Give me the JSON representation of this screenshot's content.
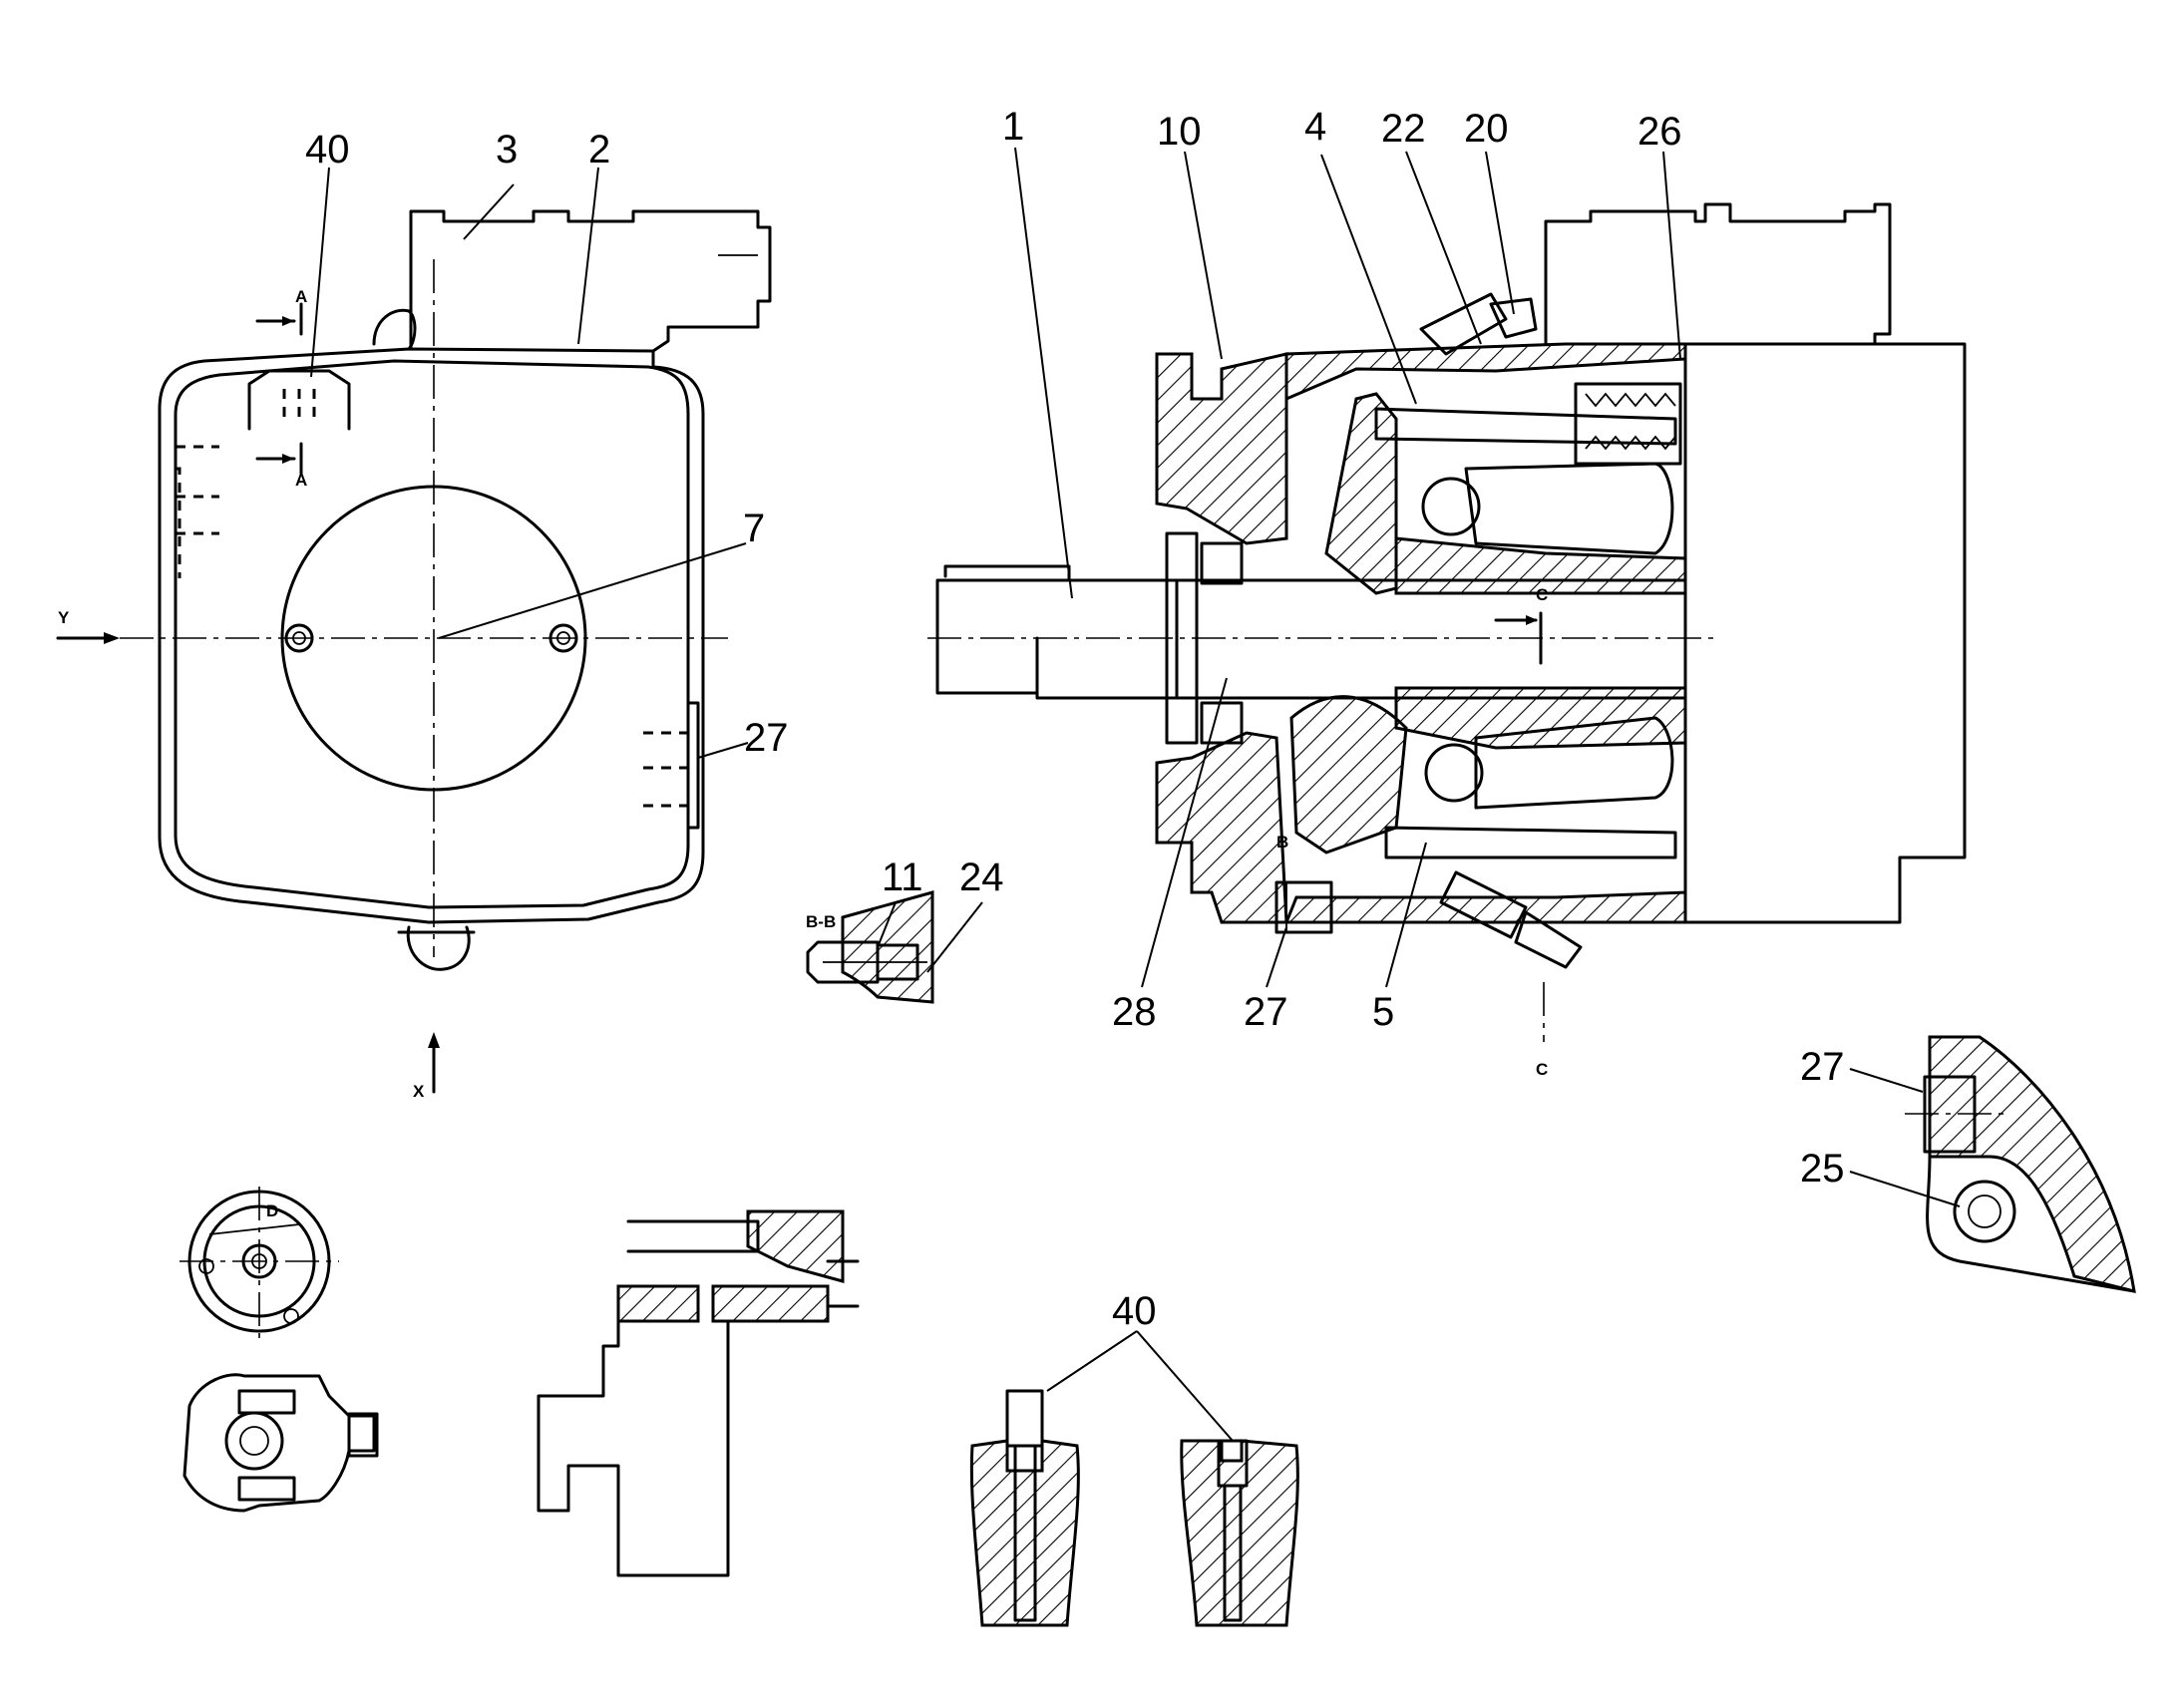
{
  "callouts": {
    "c40a": "40",
    "c3": "3",
    "c2": "2",
    "c7": "7",
    "c27a": "27",
    "c11": "11",
    "c24": "24",
    "c1": "1",
    "c10": "10",
    "c4": "4",
    "c22": "22",
    "c20": "20",
    "c26": "26",
    "c28": "28",
    "c27b": "27",
    "c5": "5",
    "c27c": "27",
    "c25": "25",
    "c40b": "40"
  },
  "marks": {
    "a_top": "A",
    "a_bottom": "A",
    "y": "Y",
    "x": "X",
    "bb": "B-B",
    "b": "B",
    "c_top": "C",
    "c_bottom": "C",
    "d": "D"
  }
}
